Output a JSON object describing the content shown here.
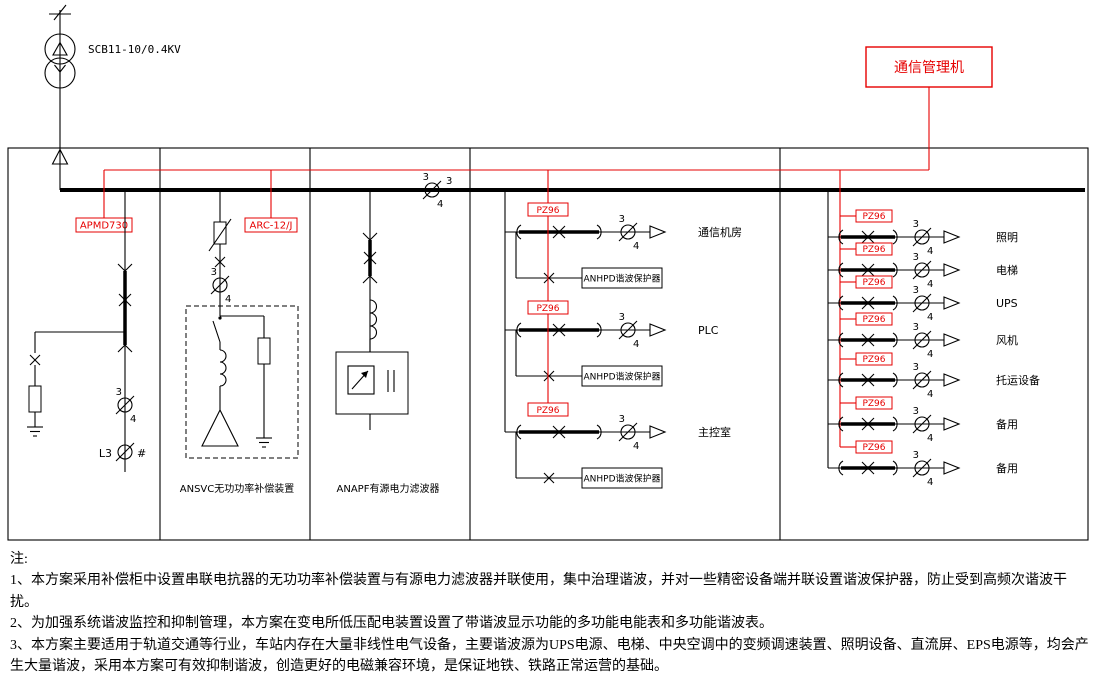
{
  "colors": {
    "accent_red": "#e60000",
    "line_black": "#000000",
    "background": "#ffffff"
  },
  "transformer": {
    "label": "SCB11-10/0.4KV"
  },
  "comm_manager": {
    "label": "通信管理机"
  },
  "meters": {
    "incoming_meter": "APMD730",
    "svc_controller": "ARC-12/J",
    "feeder_meter": "PZ96"
  },
  "devices": {
    "harmonic_protector": "ANHPD谐波保护器",
    "svc_label": "ANSVC无功功率补偿装置",
    "apf_label": "ANAPF有源电力滤波器"
  },
  "incoming": {
    "phase_label": "L3",
    "hash": "#"
  },
  "ct": {
    "primary": "3",
    "secondary": "4"
  },
  "feeders": {
    "mid": [
      {
        "name": "通信机房"
      },
      {
        "name": "PLC"
      },
      {
        "name": "主控室"
      }
    ],
    "right": [
      {
        "name": "照明"
      },
      {
        "name": "电梯"
      },
      {
        "name": "UPS"
      },
      {
        "name": "风机"
      },
      {
        "name": "托运设备"
      },
      {
        "name": "备用"
      },
      {
        "name": "备用"
      }
    ]
  },
  "notes": {
    "header": "注:",
    "items": [
      "1、本方案采用补偿柜中设置串联电抗器的无功功率补偿装置与有源电力滤波器并联使用，集中治理谐波，并对一些精密设备端并联设置谐波保护器，防止受到高频次谐波干扰。",
      "2、为加强系统谐波监控和抑制管理，本方案在变电所低压配电装置设置了带谐波显示功能的多功能电能表和多功能谐波表。",
      "3、本方案主要适用于轨道交通等行业，车站内存在大量非线性电气设备，主要谐波源为UPS电源、电梯、中央空调中的变频调速装置、照明设备、直流屏、EPS电源等，均会产生大量谐波，采用本方案可有效抑制谐波，创造更好的电磁兼容环境，是保证地铁、铁路正常运营的基础。"
    ]
  }
}
